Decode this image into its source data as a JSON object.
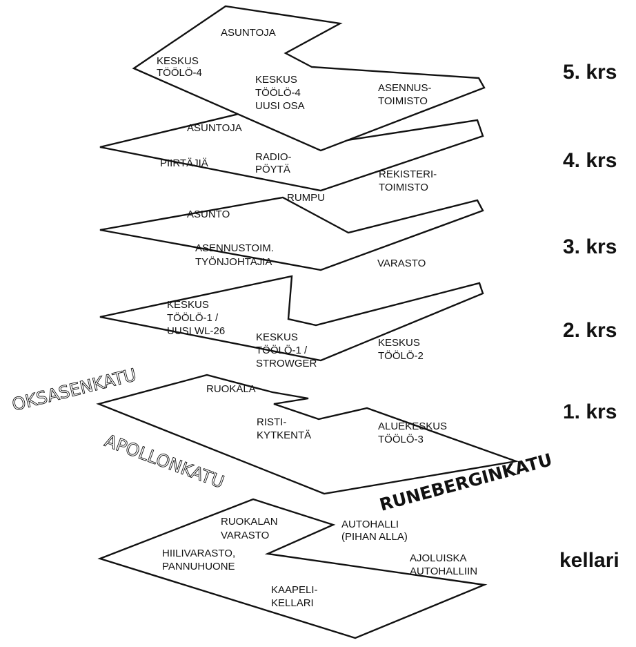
{
  "floors": [
    {
      "label": "kellari",
      "rooms": [
        {
          "lines": [
            "RUOKALAN",
            "VARASTO"
          ]
        },
        {
          "lines": [
            "AUTOHALLI",
            "(PIHAN ALLA)"
          ]
        },
        {
          "lines": [
            "HIILIVARASTO,",
            "PANNUHUONE"
          ]
        },
        {
          "lines": [
            "AJOLUISKA",
            "AUTOHALLIIN"
          ]
        },
        {
          "lines": [
            "KAAPELI-",
            "KELLARI"
          ]
        }
      ]
    },
    {
      "label": "1. krs",
      "rooms": [
        {
          "lines": [
            "RUOKALA"
          ]
        },
        {
          "lines": [
            "RISTI-",
            "KYTKENTÄ"
          ]
        },
        {
          "lines": [
            "ALUEKESKUS",
            "TÖÖLÖ-3"
          ]
        }
      ]
    },
    {
      "label": "2. krs",
      "rooms": [
        {
          "lines": [
            "KESKUS",
            "TÖÖLÖ-1 /",
            "UUSI WL-26"
          ]
        },
        {
          "lines": [
            "KESKUS",
            "TÖÖLÖ-1 /",
            "STROWGER"
          ]
        },
        {
          "lines": [
            "KESKUS",
            "TÖÖLÖ-2"
          ]
        }
      ]
    },
    {
      "label": "3. krs",
      "rooms": [
        {
          "lines": [
            "ASUNTO"
          ]
        },
        {
          "lines": [
            "ASENNUSTOIM.",
            "TYÖNJOHTAJIA"
          ]
        },
        {
          "lines": [
            "VARASTO"
          ]
        }
      ]
    },
    {
      "label": "4. krs",
      "rooms": [
        {
          "lines": [
            "ASUNTOJA"
          ]
        },
        {
          "lines": [
            "PIIRTÄJIÄ"
          ]
        },
        {
          "lines": [
            "RADIO-",
            "PÖYTÄ"
          ]
        },
        {
          "lines": [
            "RUMPU"
          ]
        },
        {
          "lines": [
            "REKISTERI-",
            "TOIMISTO"
          ]
        }
      ]
    },
    {
      "label": "5. krs",
      "rooms": [
        {
          "lines": [
            "ASUNTOJA"
          ]
        },
        {
          "lines": [
            "KESKUS",
            "TÖÖLÖ-4"
          ]
        },
        {
          "lines": [
            "KESKUS",
            "TÖÖLÖ-4",
            "UUSI OSA"
          ]
        },
        {
          "lines": [
            "ASENNUS-",
            "TOIMISTO"
          ]
        }
      ]
    }
  ],
  "streets": [
    "OKSASENKATU",
    "APOLLONKATU",
    "RUNEBERGINKATU"
  ]
}
